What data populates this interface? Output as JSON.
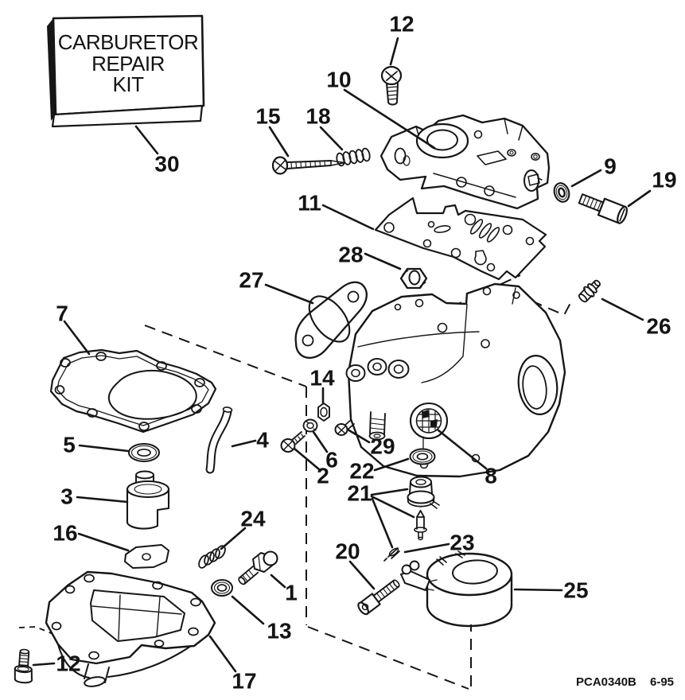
{
  "kit_box": {
    "line1": "CARBURETOR",
    "line2": "REPAIR",
    "line3": "KIT"
  },
  "footer": {
    "part_code": "PCA0340B",
    "revision_date": "6-95"
  },
  "callouts": [
    {
      "id": "30",
      "label": "30"
    },
    {
      "id": "12-top",
      "label": "12"
    },
    {
      "id": "10",
      "label": "10"
    },
    {
      "id": "15",
      "label": "15"
    },
    {
      "id": "18",
      "label": "18"
    },
    {
      "id": "9",
      "label": "9"
    },
    {
      "id": "19",
      "label": "19"
    },
    {
      "id": "11",
      "label": "11"
    },
    {
      "id": "28",
      "label": "28"
    },
    {
      "id": "27",
      "label": "27"
    },
    {
      "id": "26",
      "label": "26"
    },
    {
      "id": "7",
      "label": "7"
    },
    {
      "id": "14",
      "label": "14"
    },
    {
      "id": "4",
      "label": "4"
    },
    {
      "id": "5",
      "label": "5"
    },
    {
      "id": "6",
      "label": "6"
    },
    {
      "id": "2",
      "label": "2"
    },
    {
      "id": "29",
      "label": "29"
    },
    {
      "id": "22",
      "label": "22"
    },
    {
      "id": "8",
      "label": "8"
    },
    {
      "id": "3",
      "label": "3"
    },
    {
      "id": "16",
      "label": "16"
    },
    {
      "id": "24",
      "label": "24"
    },
    {
      "id": "21",
      "label": "21"
    },
    {
      "id": "1",
      "label": "1"
    },
    {
      "id": "13",
      "label": "13"
    },
    {
      "id": "23",
      "label": "23"
    },
    {
      "id": "20",
      "label": "20"
    },
    {
      "id": "25",
      "label": "25"
    },
    {
      "id": "12-bottom",
      "label": "12"
    },
    {
      "id": "17",
      "label": "17"
    }
  ]
}
